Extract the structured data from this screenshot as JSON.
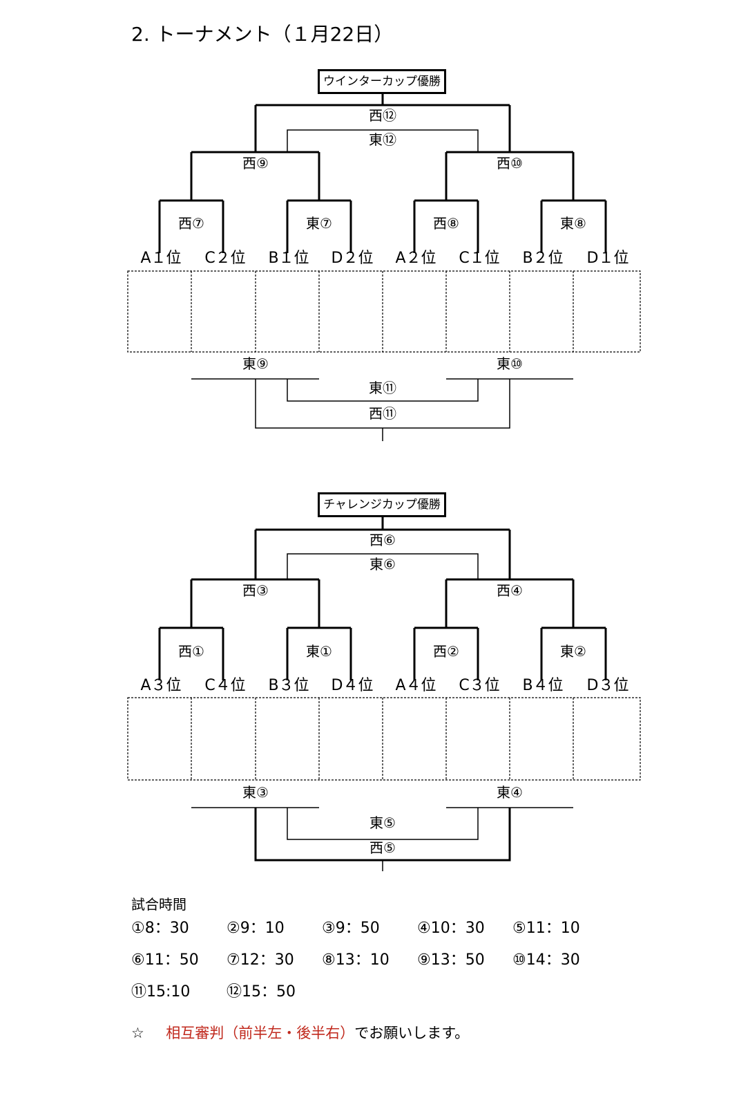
{
  "title": "2.  トーナメント（１月22日）",
  "winter": {
    "trophy": "ウインターカップ優勝",
    "top_outer": "西⑫",
    "top_inner": "東⑫",
    "semi_left": "西⑨",
    "semi_right": "西⑩",
    "qf": [
      "西⑦",
      "東⑦",
      "西⑧",
      "東⑧"
    ],
    "teams": [
      "A１位",
      "C２位",
      "B１位",
      "D２位",
      "A２位",
      "C１位",
      "B２位",
      "D１位"
    ],
    "bottom_left": "東⑨",
    "bottom_right": "東⑩",
    "bottom_inner": "東⑪",
    "bottom_outer": "西⑪"
  },
  "challenge": {
    "trophy": "チャレンジカップ優勝",
    "top_outer": "西⑥",
    "top_inner": "東⑥",
    "semi_left": "西③",
    "semi_right": "西④",
    "qf": [
      "西①",
      "東①",
      "西②",
      "東②"
    ],
    "teams": [
      "A３位",
      "C４位",
      "B３位",
      "D４位",
      "A４位",
      "C３位",
      "B４位",
      "D３位"
    ],
    "bottom_left": "東③",
    "bottom_right": "東④",
    "bottom_inner": "東⑤",
    "bottom_outer": "西⑤"
  },
  "schedule": {
    "heading": "試合時間",
    "times": [
      "①8：30",
      "②9：10",
      "③9：50",
      "④10：30",
      "⑤11：10",
      "⑥11：50",
      "⑦12：30",
      "⑧13：10",
      "⑨13：50",
      "⑩14：30",
      "⑪15:10",
      "⑫15：50"
    ]
  },
  "note": {
    "star": "☆",
    "red_text": "相互審判（前半左・後半右）",
    "rest": "でお願いします。"
  }
}
